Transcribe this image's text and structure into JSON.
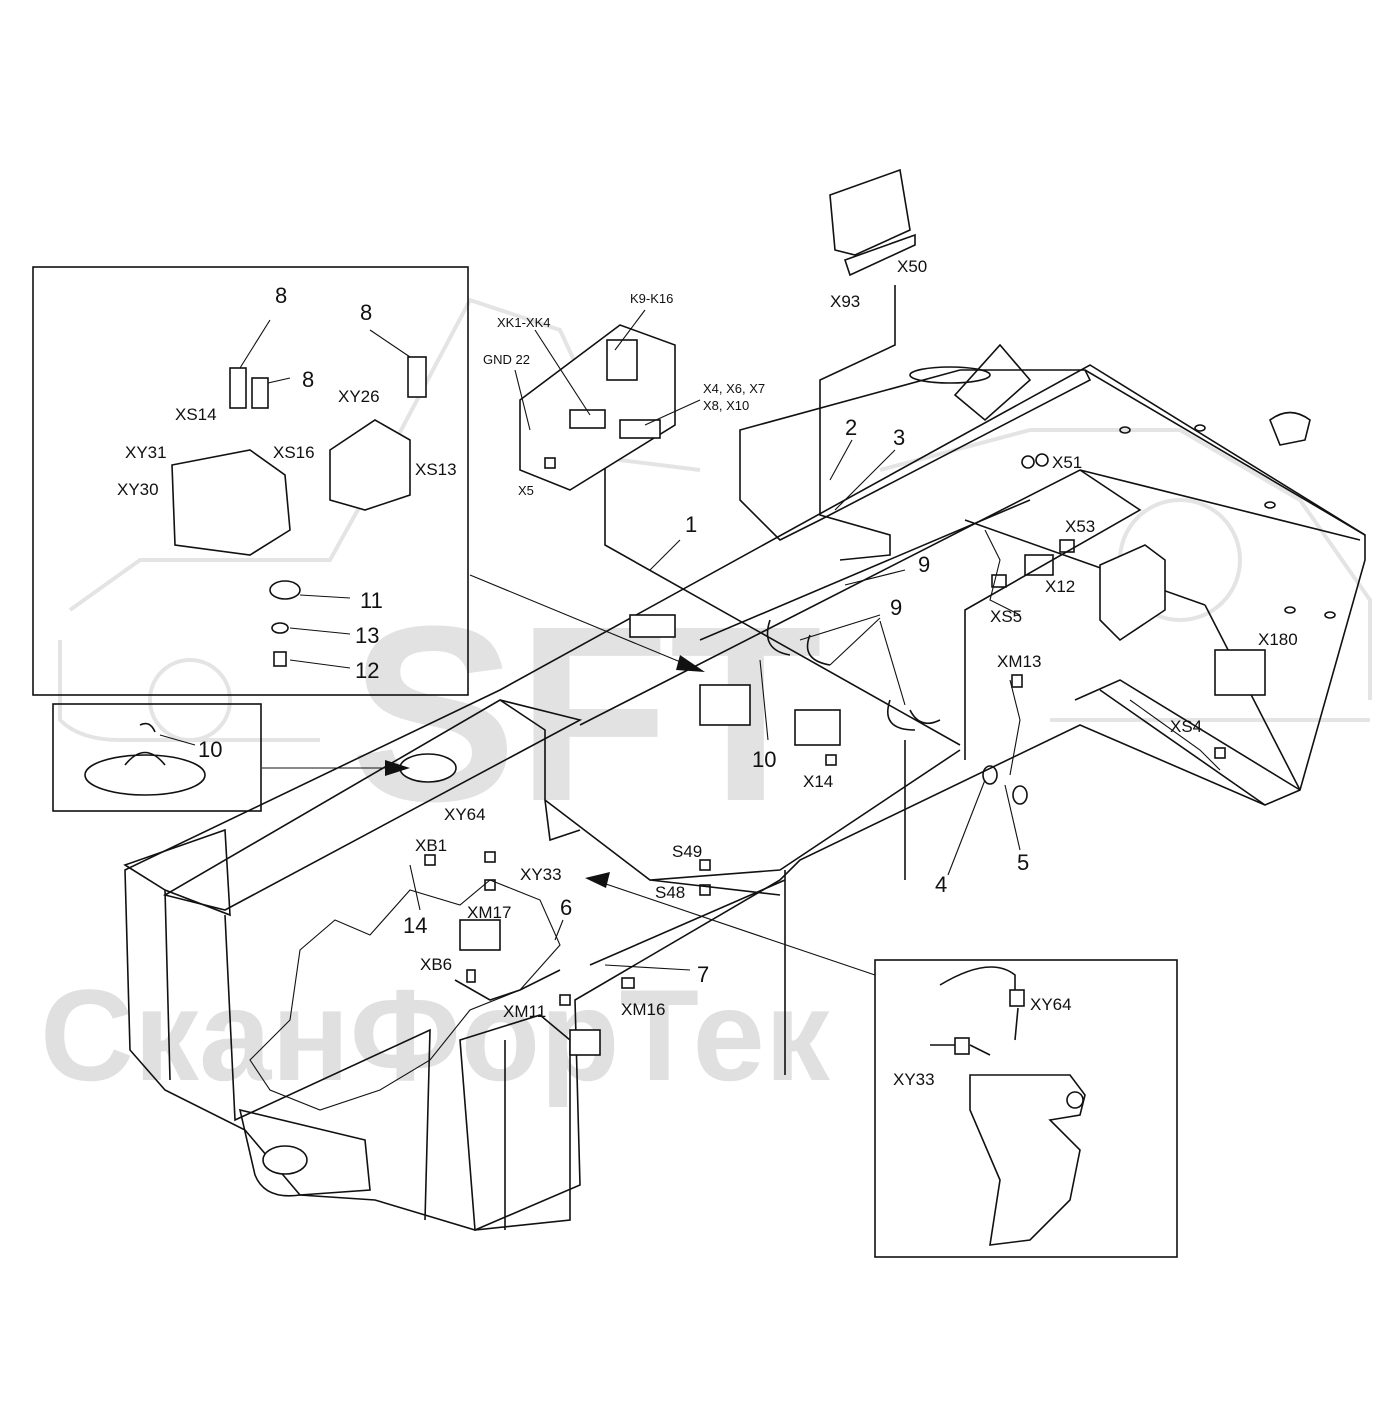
{
  "watermark": {
    "brand": "SFT",
    "company": "СканФорТек"
  },
  "callouts": {
    "n1": "1",
    "n2": "2",
    "n3": "3",
    "n4": "4",
    "n5": "5",
    "n6": "6",
    "n7": "7",
    "n8a": "8",
    "n8b": "8",
    "n8c": "8",
    "n9a": "9",
    "n9b": "9",
    "n10a": "10",
    "n10b": "10",
    "n11": "11",
    "n12": "12",
    "n13": "13",
    "n14": "14"
  },
  "connectors": {
    "x50": "X50",
    "x93": "X93",
    "xk1_xk4": "XK1-XK4",
    "k9_k16": "K9-K16",
    "gnd22": "GND 22",
    "x4_x7": "X4, X6, X7",
    "x8_x10": "X8, X10",
    "x5": "X5",
    "x51": "X51",
    "x53": "X53",
    "x12": "X12",
    "xs5": "XS5",
    "xm13": "XM13",
    "x180": "X180",
    "xs4": "XS4",
    "x14": "X14",
    "xy64": "XY64",
    "xb1": "XB1",
    "xy33": "XY33",
    "xm17": "XM17",
    "xb6": "XB6",
    "xm11": "XM11",
    "xm16": "XM16",
    "s49": "S49",
    "s48": "S48",
    "xs14": "XS14",
    "xy31": "XY31",
    "xs16": "XS16",
    "xy30": "XY30",
    "xy26": "XY26",
    "xs13": "XS13",
    "inset_xy64": "XY64",
    "inset_xy33": "XY33"
  }
}
